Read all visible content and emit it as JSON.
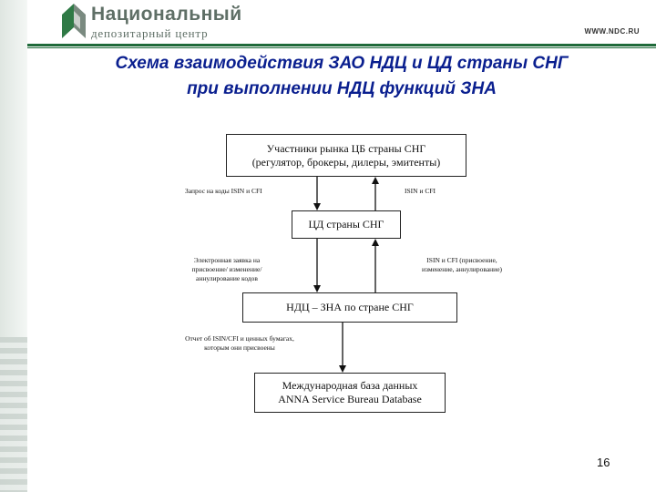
{
  "header": {
    "logo_line1": "Национальный",
    "logo_line2": "депозитарный центр",
    "site": "WWW.NDC.RU"
  },
  "title": {
    "line1": "Схема взаимодействия ЗАО НДЦ и ЦД страны СНГ",
    "line2": "при выполнении НДЦ функций ЗНА"
  },
  "diagram": {
    "box_participants": {
      "line1": "Участники рынка ЦБ страны СНГ",
      "line2": "(регулятор, брокеры, дилеры, эмитенты)"
    },
    "label_request": "Запрос на коды ISIN и CFI",
    "label_isin_cfi": "ISIN и CFI",
    "box_cd": "ЦД страны СНГ",
    "label_electronic": {
      "line1": "Электронная заявка на",
      "line2": "присвоение/ изменение/",
      "line3": "аннулирование кодов"
    },
    "label_assignment": {
      "line1": "ISIN и CFI (присвоение,",
      "line2": "изменение, аннулирование)"
    },
    "box_ndc": "НДЦ – ЗНА по стране СНГ",
    "label_report": {
      "line1": "Отчет об ISIN/CFI и ценных бумагах,",
      "line2": "которым они присвоены"
    },
    "box_anna": {
      "line1": "Международная база данных",
      "line2": "ANNA Service Bureau Database"
    }
  },
  "page_number": "16",
  "colors": {
    "title": "#0a1f8f",
    "brand_green": "#1f6a3a",
    "logo_gray": "#5f6f66"
  }
}
